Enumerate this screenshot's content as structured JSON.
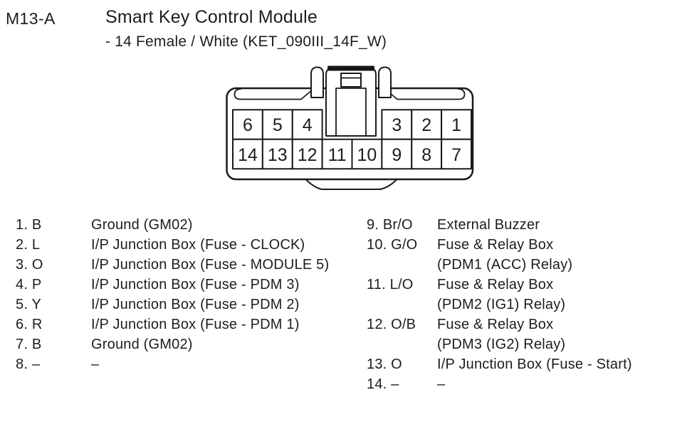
{
  "colors": {
    "background": "#ffffff",
    "ink": "#1d1d1d",
    "line": "#1a1a1a"
  },
  "header": {
    "connector_id": "M13-A",
    "module_name": "Smart Key Control Module",
    "subtitle": "- 14 Female / White (KET_090III_14F_W)"
  },
  "connector": {
    "top_row_pins": [
      "6",
      "5",
      "4",
      "3",
      "2",
      "1"
    ],
    "bottom_row_pins": [
      "14",
      "13",
      "12",
      "11",
      "10",
      "9",
      "8",
      "7"
    ]
  },
  "pin_table": {
    "left": [
      {
        "label": "1. B",
        "desc": "Ground (GM02)"
      },
      {
        "label": "2. L",
        "desc": "I/P Junction Box (Fuse - CLOCK)"
      },
      {
        "label": "3. O",
        "desc": "I/P Junction Box (Fuse - MODULE 5)"
      },
      {
        "label": "4. P",
        "desc": "I/P Junction Box (Fuse - PDM 3)"
      },
      {
        "label": "5. Y",
        "desc": "I/P Junction Box (Fuse - PDM 2)"
      },
      {
        "label": "6. R",
        "desc": "I/P Junction Box (Fuse - PDM 1)"
      },
      {
        "label": "7. B",
        "desc": "Ground (GM02)"
      },
      {
        "label": "8. –",
        "desc": "–"
      }
    ],
    "right": [
      {
        "label": "9. Br/O",
        "desc": "External Buzzer"
      },
      {
        "label": "10. G/O",
        "desc": "Fuse & Relay Box",
        "desc2": "(PDM1 (ACC) Relay)"
      },
      {
        "label": "11. L/O",
        "desc": "Fuse & Relay Box",
        "desc2": "(PDM2 (IG1) Relay)"
      },
      {
        "label": "12. O/B",
        "desc": "Fuse & Relay Box",
        "desc2": "(PDM3 (IG2) Relay)"
      },
      {
        "label": "13. O",
        "desc": "I/P Junction Box (Fuse - Start)"
      },
      {
        "label": "14. –",
        "desc": "–"
      }
    ]
  }
}
